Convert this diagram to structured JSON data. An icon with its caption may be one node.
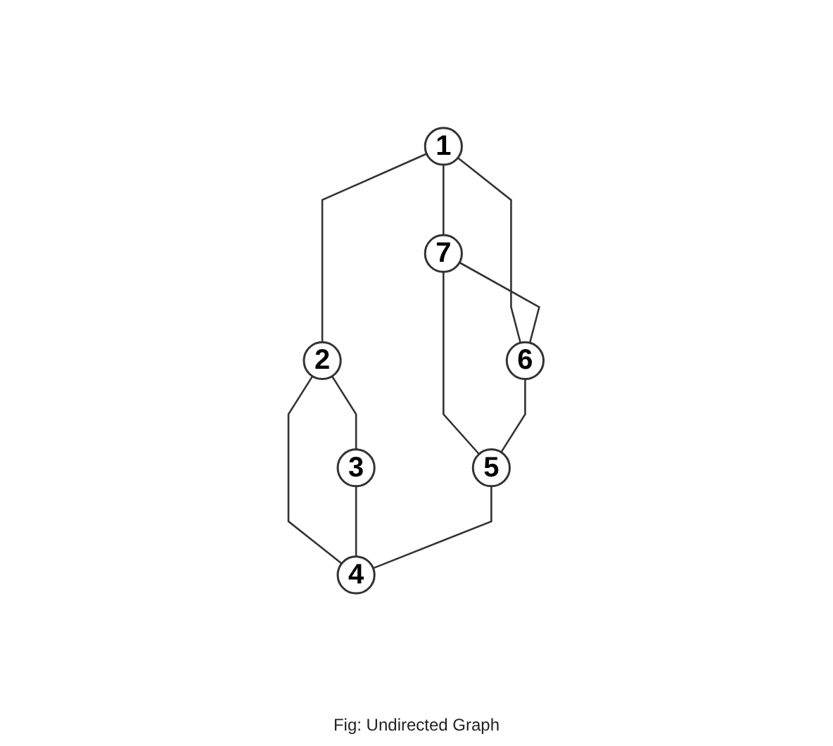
{
  "diagram": {
    "caption": "Fig: Undirected Graph",
    "nodes": [
      {
        "text": [
          "1"
        ]
      },
      {
        "text": [
          "2"
        ]
      },
      {
        "text": [
          "3"
        ]
      },
      {
        "text": [
          "4"
        ]
      },
      {
        "text": [
          "5"
        ]
      },
      {
        "text": [
          "6"
        ]
      },
      {
        "text": [
          "7"
        ]
      }
    ],
    "edges": [
      {
        "from": 0,
        "to": 1,
        "arrow": "none"
      },
      {
        "from": 0,
        "to": 6,
        "arrow": "none"
      },
      {
        "from": 0,
        "to": 5,
        "arrow": "none"
      },
      {
        "from": 1,
        "to": 2,
        "arrow": "none"
      },
      {
        "from": 1,
        "to": 3,
        "arrow": "none"
      },
      {
        "from": 2,
        "to": 3,
        "arrow": "none"
      },
      {
        "from": 6,
        "to": 5,
        "arrow": "none"
      },
      {
        "from": 6,
        "to": 4,
        "arrow": "none"
      },
      {
        "from": 5,
        "to": 4,
        "arrow": "none"
      },
      {
        "from": 4,
        "to": 3,
        "arrow": "none"
      }
    ]
  }
}
